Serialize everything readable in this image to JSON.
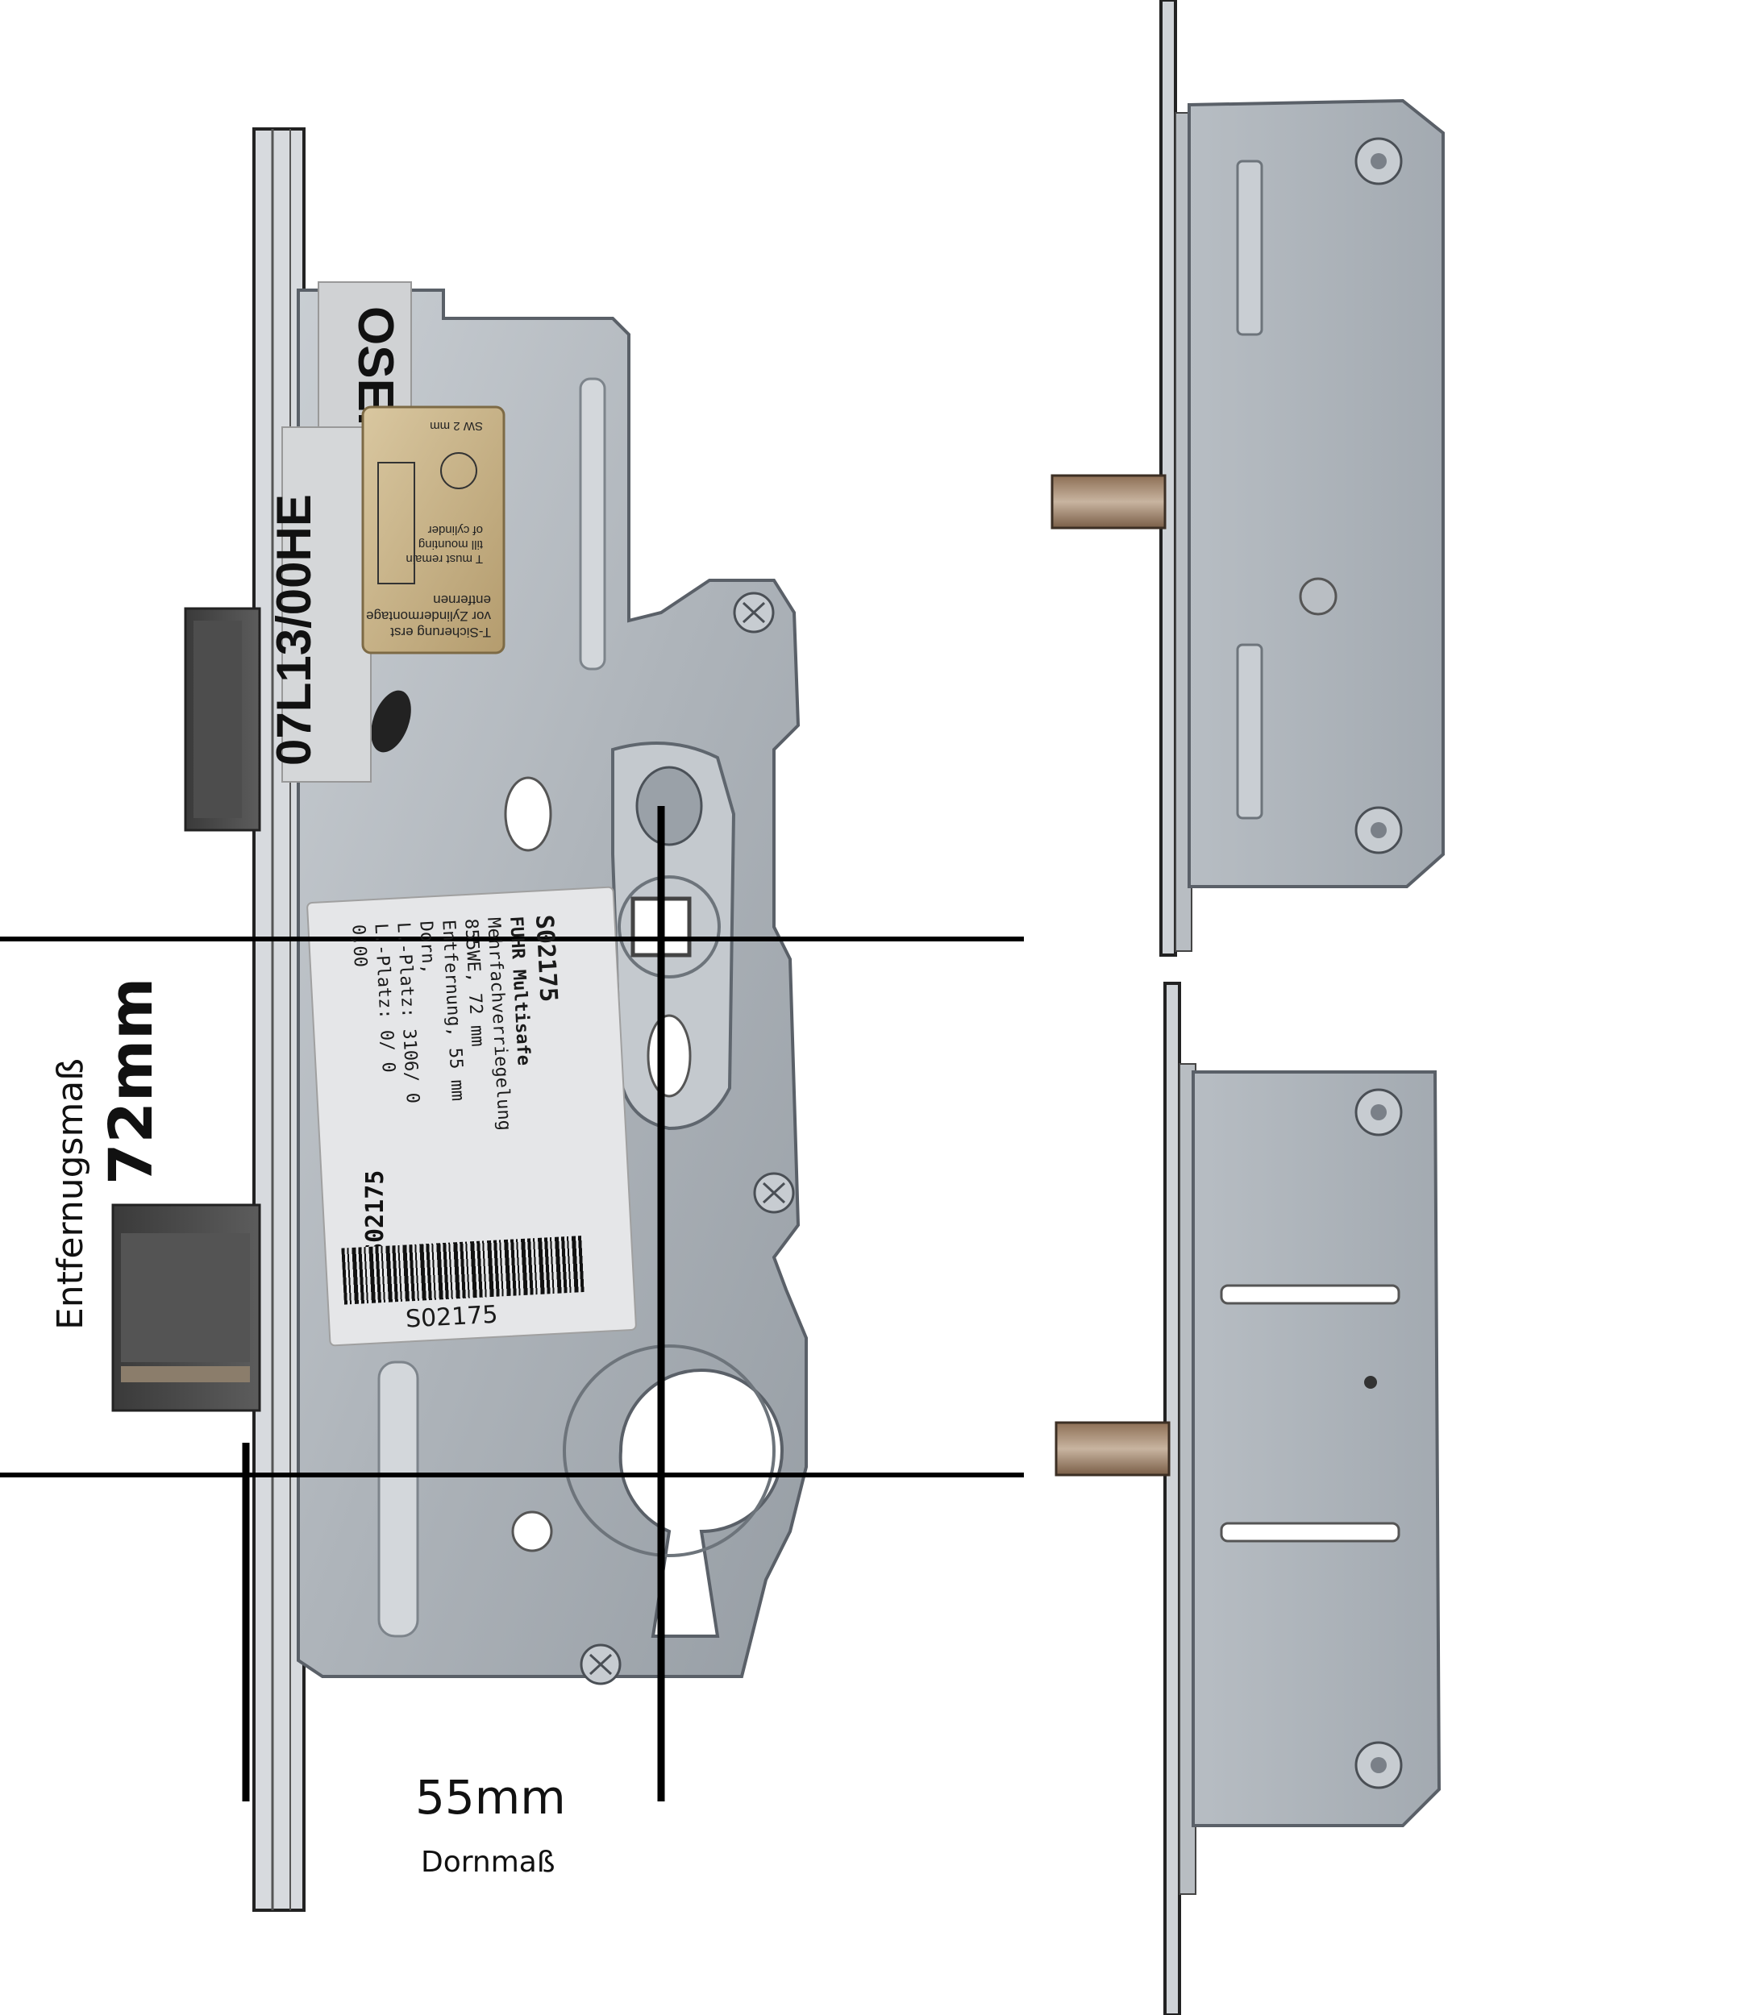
{
  "annotations": {
    "distance_value": "72mm",
    "distance_label": "Entfernugsmaß",
    "backset_value": "55mm",
    "backset_label": "Dornmaß"
  },
  "stickers": {
    "top_partial": "OSEI",
    "serial": "07L13/00HE",
    "warning_de_1": "T-Sicherung erst",
    "warning_de_2": "vor Zylindermontage",
    "warning_de_3": "entfernen",
    "warning_en_1": "T must remain",
    "warning_en_2": "till mounting",
    "warning_en_3": "of cylinder",
    "sw": "SW 2 mm"
  },
  "product_label": {
    "code": "S02175",
    "lines": [
      "FUHR Multisafe",
      "Mehrfachverriegelung",
      "855WE, 72 mm",
      "Entfernung, 55 mm",
      "Dorn,",
      "L.-Platz: 3106/ 0",
      "L.-Platz: 0/ 0",
      "0,00"
    ],
    "barcode_text": "S02175"
  }
}
